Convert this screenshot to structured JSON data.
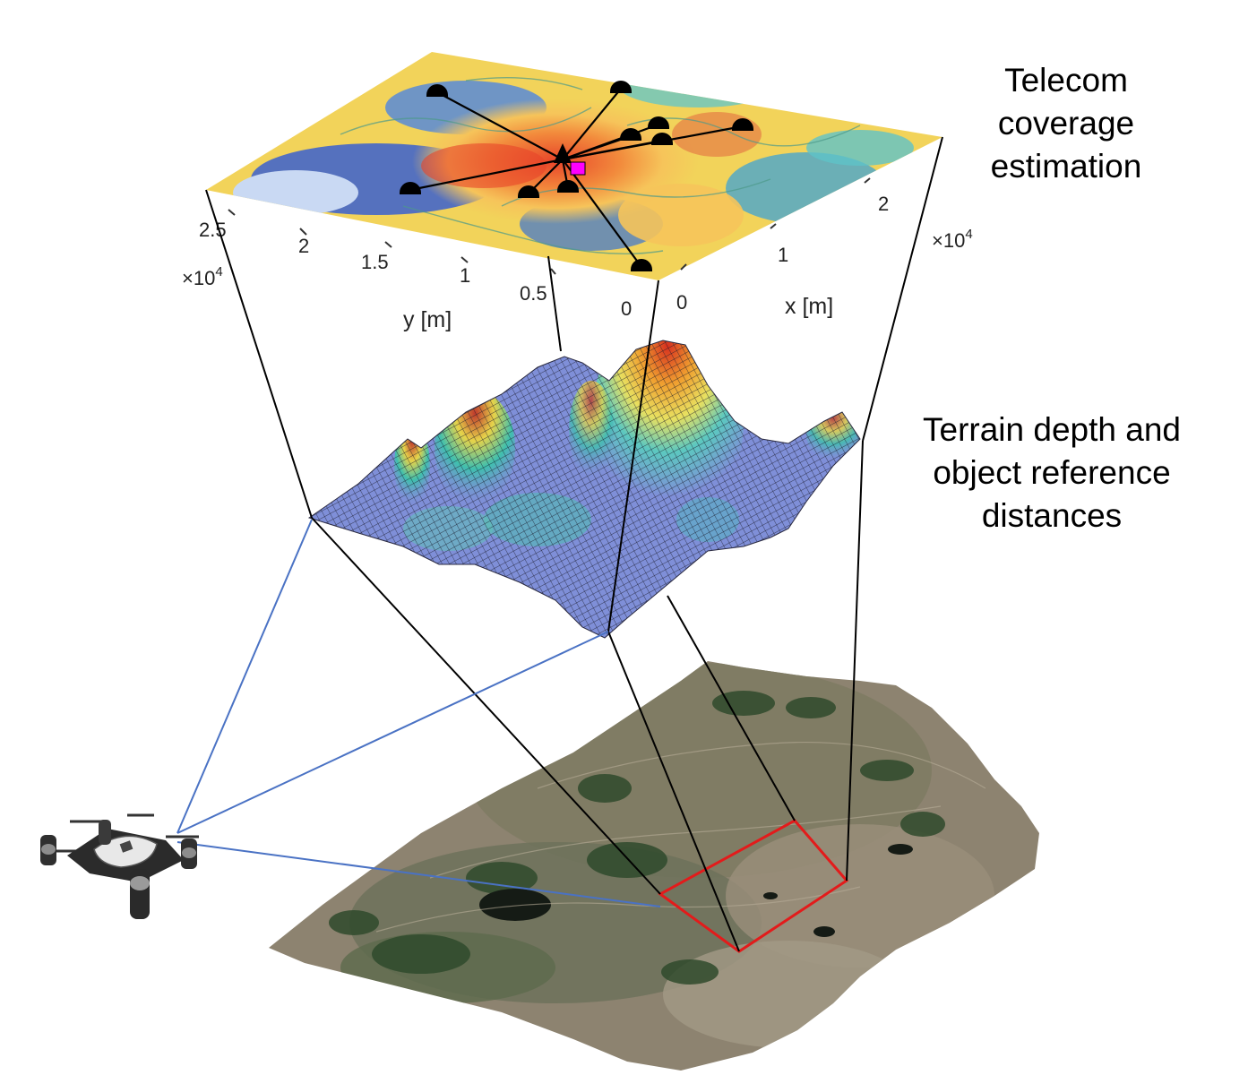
{
  "labels": {
    "coverage": [
      "Telecom",
      "coverage",
      "estimation"
    ],
    "terrain": [
      "Terrain depth and",
      "object reference",
      "distances"
    ]
  },
  "axes": {
    "x_label": "x [m]",
    "y_label": "y [m]",
    "x_ticks": [
      "0",
      "1",
      "2"
    ],
    "y_ticks": [
      "0",
      "0.5",
      "1",
      "1.5",
      "2",
      "2.5"
    ],
    "x_multiplier": "×10",
    "y_multiplier": "×10",
    "exponent": "4"
  },
  "colors": {
    "projection_line": "#000000",
    "drone_view_line": "#4a72c4",
    "ground_selection": "#e31b1b",
    "transmitter": "#000000",
    "receiver": "#ff00ff"
  },
  "icons": {
    "drone": "quadcopter-drone-icon",
    "transmitter": "transmitter-marker-icon",
    "receiver": "receiver-marker-icon"
  }
}
